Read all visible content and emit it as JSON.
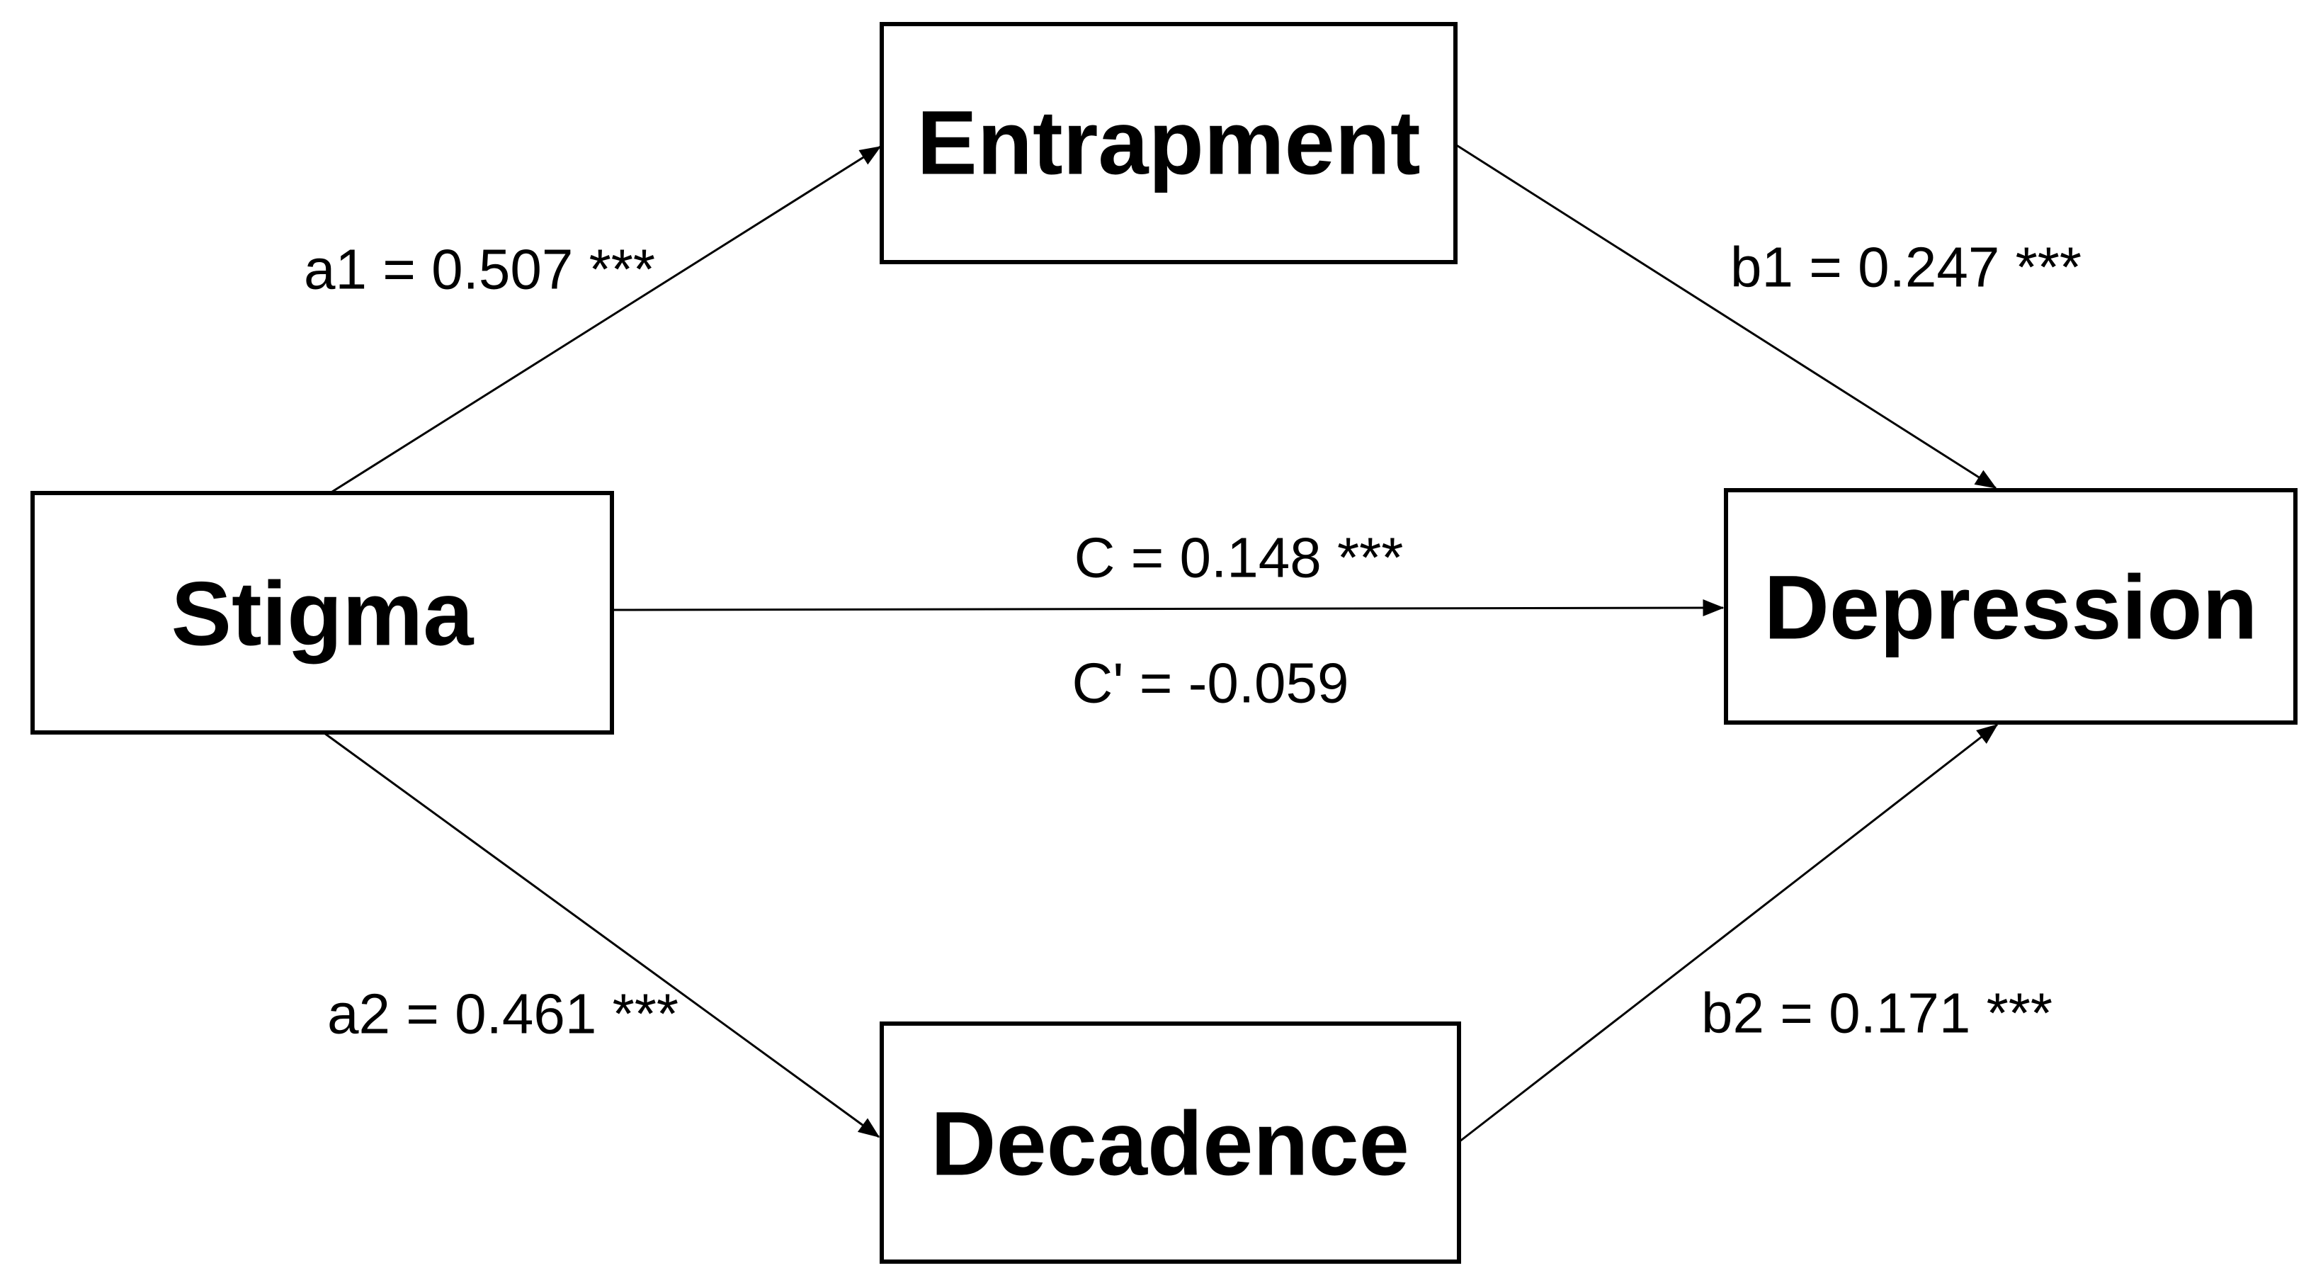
{
  "figure": {
    "type": "mediation-path-diagram",
    "background_color": "#ffffff",
    "line_color": "#000000",
    "box_fill_color": "#ffffff",
    "nodes": [
      {
        "id": "stigma",
        "label": "Stigma",
        "role": "predictor"
      },
      {
        "id": "entrapment",
        "label": "Entrapment",
        "role": "mediator-top"
      },
      {
        "id": "decadence",
        "label": "Decadence",
        "role": "mediator-bottom"
      },
      {
        "id": "depression",
        "label": "Depression",
        "role": "outcome"
      }
    ],
    "paths": [
      {
        "id": "a1",
        "label": "a1 = 0.507 ***",
        "coefficient": 0.507,
        "significance": "***",
        "from": "stigma",
        "to": "entrapment"
      },
      {
        "id": "b1",
        "label": "b1 = 0.247 ***",
        "coefficient": 0.247,
        "significance": "***",
        "from": "entrapment",
        "to": "depression"
      },
      {
        "id": "c",
        "label": "C = 0.148 ***",
        "coefficient": 0.148,
        "significance": "***",
        "from": "stigma",
        "to": "depression"
      },
      {
        "id": "c_prime",
        "label": "C' = -0.059",
        "coefficient": -0.059,
        "significance": "",
        "from": "stigma",
        "to": "depression"
      },
      {
        "id": "a2",
        "label": "a2 = 0.461 ***",
        "coefficient": 0.461,
        "significance": "***",
        "from": "stigma",
        "to": "decadence"
      },
      {
        "id": "b2",
        "label": "b2 = 0.171 ***",
        "coefficient": 0.171,
        "significance": "***",
        "from": "decadence",
        "to": "depression"
      }
    ]
  }
}
